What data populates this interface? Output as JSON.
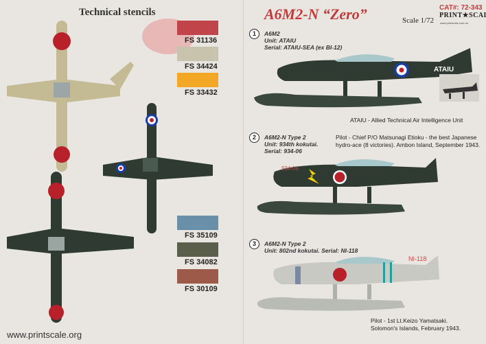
{
  "header": {
    "stencils_title": "Technical stencils",
    "main_title": "A6M2-N “Zero”",
    "scale": "Scale 1/72",
    "catalog": "CAT#: 72-343",
    "brand": "PRINT★SCALE",
    "brand_url": "www.printscale.com.ua"
  },
  "swatches": [
    {
      "code": "FS 31136",
      "color": "#c0444a"
    },
    {
      "code": "FS 34424",
      "color": "#c8c3ad"
    },
    {
      "code": "FS 33432",
      "color": "#f2a824"
    },
    {
      "code": "FS 35109",
      "color": "#6a8fa8"
    },
    {
      "code": "FS 34082",
      "color": "#5a5f4c"
    },
    {
      "code": "FS 30109",
      "color": "#9e5a48"
    }
  ],
  "profiles": [
    {
      "number": "1",
      "line1": "A6M2",
      "line2": "Unit: ATAIU",
      "line3": "Serial: ATAIU-SEA (ex BI-12)",
      "marking": "ATAIU",
      "caption": "ATAIU - Allied Technical Air Intelligence Unit"
    },
    {
      "number": "2",
      "line1": "A6M2-N Type 2",
      "line2": "Unit: 934th kokutai.",
      "line3": "Serial: 934-06",
      "caption1": "Pilot - Chief P/O Matsunagi Etioku - the best Japanese",
      "caption2": "hydro-ace (8 victories). Ambon Island, September 1943."
    },
    {
      "number": "3",
      "line1": "A6M2-N Type 2",
      "line2": "Unit: 802nd kokutai. Serial: NI-118",
      "marking": "NI-118",
      "caption1": "Pilot - 1st Lt.Keizo Yamatsaki.",
      "caption2": "Solomon's Islands, February 1943."
    }
  ],
  "footer": {
    "website": "www.printscale.org"
  },
  "colors": {
    "green": "#2f3a32",
    "hinomaru": "#b8202a",
    "grey": "#c9c9c3",
    "float": "#b9bbb7"
  }
}
